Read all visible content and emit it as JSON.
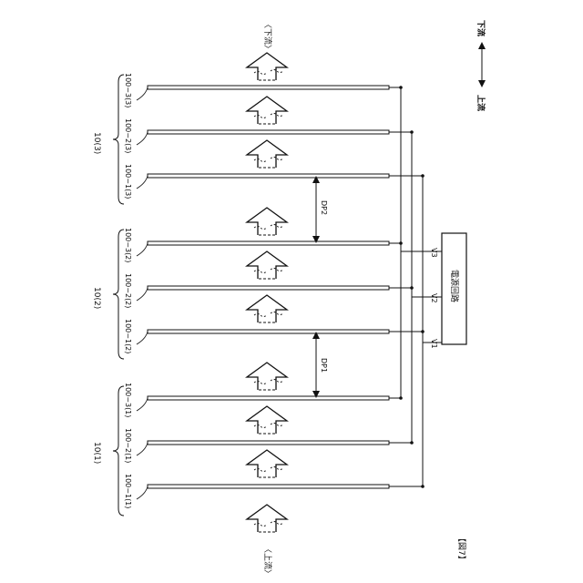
{
  "figure_label": "【図7】",
  "direction": {
    "upstream_top": "〈下流〉",
    "upstream_bottom": "〈上流〉",
    "legend_up": "上流",
    "legend_down": "下流"
  },
  "power_circuit": {
    "label": "電源回路",
    "v1": "V1",
    "v2": "V2",
    "v3": "V3"
  },
  "groups": [
    {
      "label": "10(1)",
      "electrodes": [
        "100−1(1)",
        "100−2(1)",
        "100−3(1)"
      ]
    },
    {
      "label": "10(2)",
      "electrodes": [
        "100−1(2)",
        "100−2(2)",
        "100−3(2)"
      ]
    },
    {
      "label": "10(3)",
      "electrodes": [
        "100−1(3)",
        "100−2(3)",
        "100−3(3)"
      ]
    }
  ],
  "gaps": {
    "dp1": "DP1",
    "dp2": "DP2"
  },
  "colors": {
    "line": "#111111",
    "background": "#ffffff"
  }
}
